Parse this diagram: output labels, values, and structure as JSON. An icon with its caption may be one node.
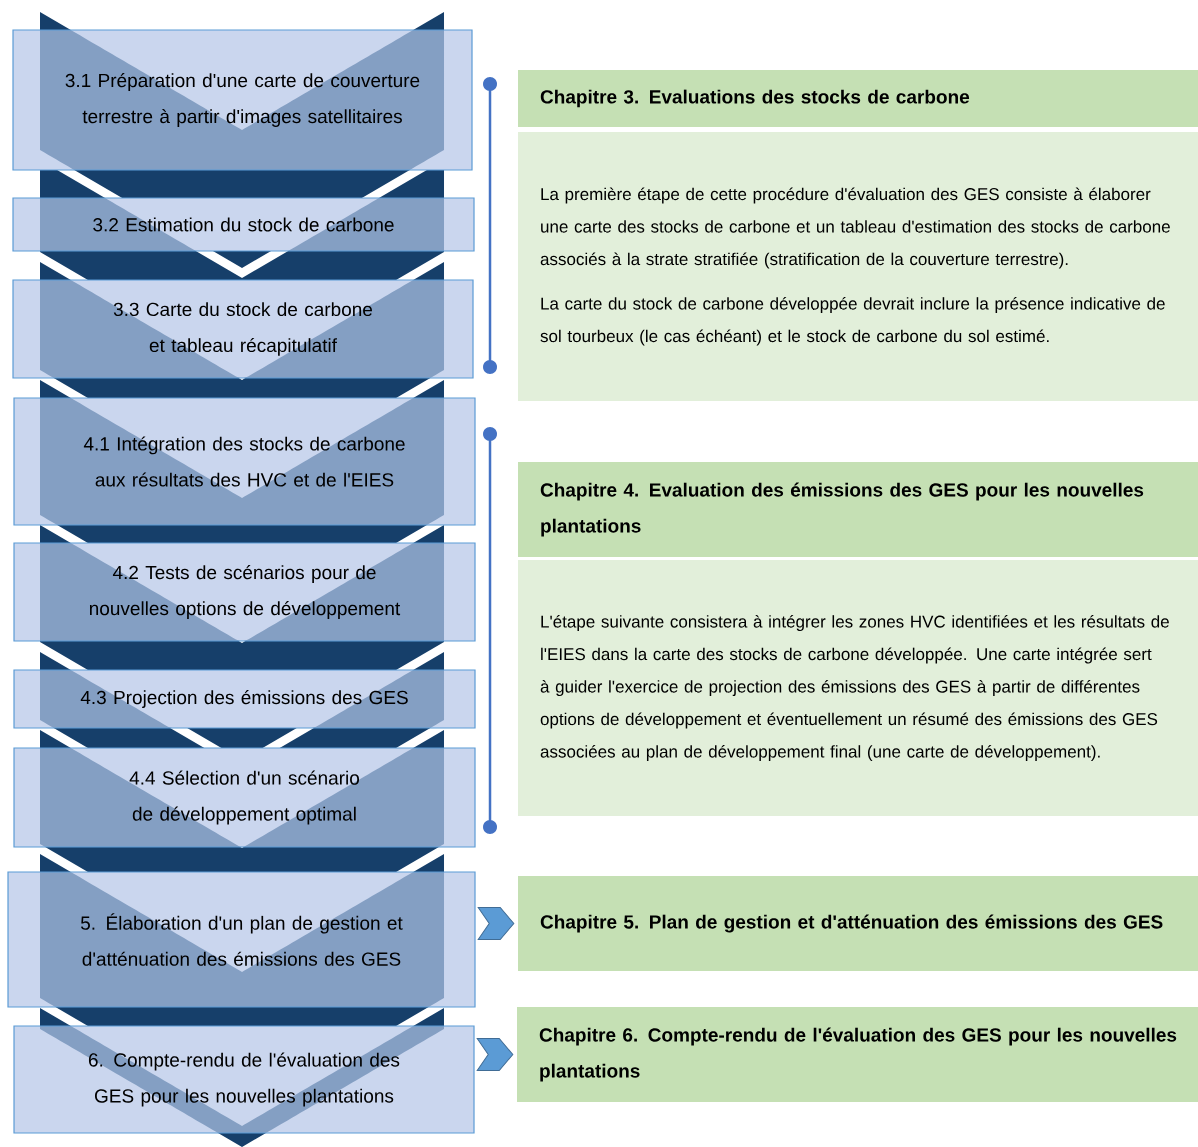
{
  "diagram": {
    "nodes": [
      {
        "text": [
          "3.1 Préparation d'une carte de couverture terrestre à partir d'images satellitaires"
        ]
      },
      {
        "text": [
          "3.2 Estimation du stock de carbone"
        ]
      },
      {
        "text": [
          "3.3 Carte du stock de carbone et tableau récapitulatif"
        ]
      },
      {
        "text": [
          "4.1 Intégration des stocks de carbone aux résultats des HVC et de l'EIES"
        ]
      },
      {
        "text": [
          "4.2 Tests de scénarios pour de nouvelles options de développement"
        ]
      },
      {
        "text": [
          "4.3 Projection des émissions des GES"
        ]
      },
      {
        "text": [
          "4.4 Sélection d'un scénario de développement optimal"
        ]
      },
      {
        "text": [
          "5. Élaboration d'un plan de gestion et d'atténuation des émissions des GES"
        ]
      },
      {
        "text": [
          "6. Compte-rendu de l'évaluation des GES pour les nouvelles plantations"
        ]
      },
      {
        "text": [
          "Chapitre 3. Evaluations des stocks de carbone"
        ]
      },
      {
        "text": [
          "La première étape de cette procédure d'évaluation des GES consiste à élaborer une carte des stocks de carbone et un tableau d'estimation des stocks de carbone associés à la strate stratifiée (stratification de la couverture terrestre).",
          "La carte du stock de carbone développée devrait inclure la présence indicative de sol tourbeux (le cas échéant) et le stock de carbone du sol estimé."
        ]
      },
      {
        "text": [
          "Chapitre 4. Evaluation des émissions des GES pour les nouvelles plantations"
        ]
      },
      {
        "text": [
          "L'étape suivante consistera à intégrer les zones HVC identifiées et les résultats de l'EIES dans la carte des stocks de carbone développée. Une carte intégrée sert à guider l'exercice de projection des émissions des GES à partir de différentes options de développement et éventuellement un résumé des émissions des GES associées au plan de développement final (une carte de développement)."
        ]
      },
      {
        "text": [
          "Chapitre 5. Plan de gestion et d'atténuation des émissions des GES"
        ]
      },
      {
        "text": [
          "Chapitre 6. Compte-rendu de l'évaluation des GES pour les nouvelles plantations"
        ]
      }
    ],
    "edges": [
      {
        "from": 7,
        "to": 13,
        "arrow": "to"
      },
      {
        "from": 8,
        "to": 14,
        "arrow": "to"
      }
    ]
  }
}
